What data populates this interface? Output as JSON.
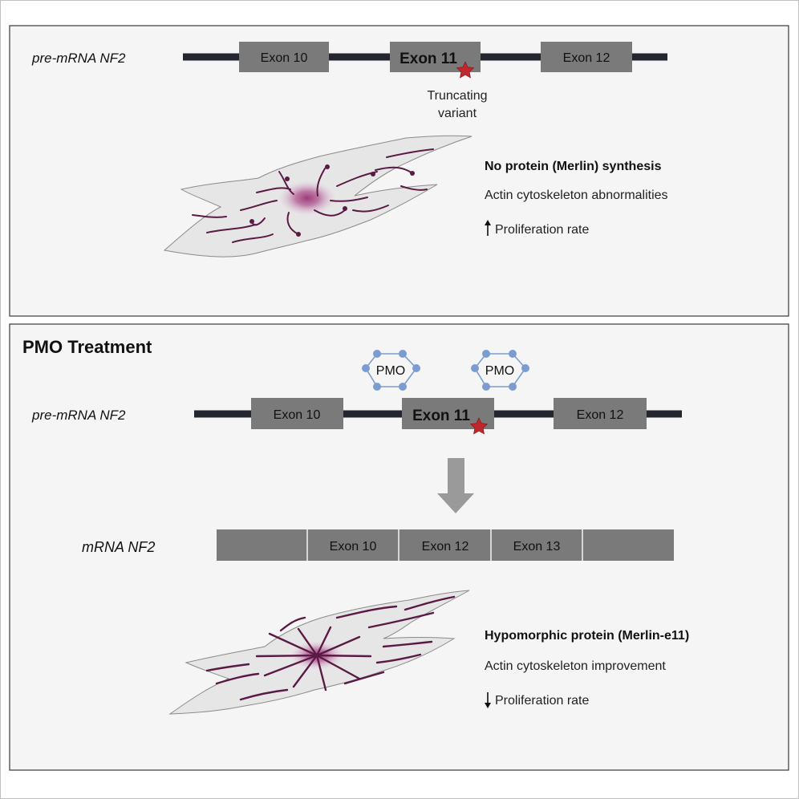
{
  "top_panel": {
    "premrna_label": "pre-mRNA NF2",
    "exons": [
      "Exon 10",
      "Exon 11",
      "Exon 12"
    ],
    "variant_line1": "Truncating",
    "variant_line2": "variant",
    "effects": {
      "headline": "No protein (Merlin) synthesis",
      "line2": "Actin cytoskeleton abnormalities",
      "line3": "Proliferation rate",
      "arrow": "up"
    }
  },
  "bottom_panel": {
    "title": "PMO Treatment",
    "pmo_labels": [
      "PMO",
      "PMO"
    ],
    "premrna_label": "pre-mRNA NF2",
    "exons": [
      "Exon 10",
      "Exon 11",
      "Exon 12"
    ],
    "mrna_label": "mRNA NF2",
    "mrna_exons": [
      "",
      "Exon 10",
      "Exon 12",
      "Exon 13",
      ""
    ],
    "effects": {
      "headline": "Hypomorphic protein (Merlin-e11)",
      "line2": "Actin cytoskeleton improvement",
      "line3": "Proliferation rate",
      "arrow": "down"
    }
  },
  "colors": {
    "panel_bg": "#f5f5f5",
    "exon_fill": "#7a7a7a",
    "line": "#23262e",
    "star": "#c0272d",
    "pmo": "#7b9cd0",
    "arrow": "#9a9a9a",
    "fiber": "#5a1a44",
    "nucleus": "#a8457f"
  }
}
